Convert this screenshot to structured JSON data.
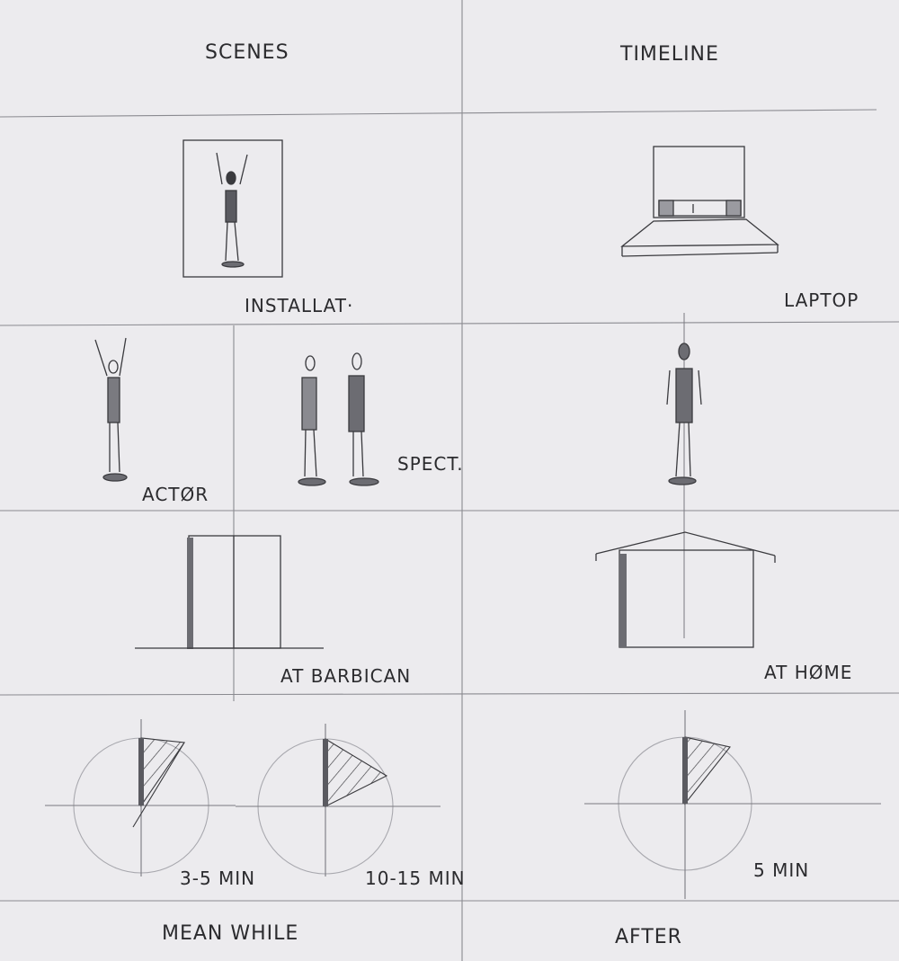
{
  "headers": {
    "left": "SCENES",
    "right": "TIMELINE"
  },
  "labels": {
    "installat": "INSTALLAT·",
    "laptop": "LAPTOP",
    "actor": "ACTØR",
    "spect": "SPECT.",
    "at_barbican": "AT BARBICAN",
    "at_home": "AT HØME",
    "dur_1": "3-5 MIN",
    "dur_2": "10-15 MIN",
    "dur_3": "5 MIN"
  },
  "footers": {
    "left": "MEAN WHILE",
    "right": "AFTER"
  },
  "colors": {
    "paper": "#ecebee",
    "pencil": "#3a3a3e",
    "light": "#9a9aa0",
    "shade": "#6c6c72"
  }
}
